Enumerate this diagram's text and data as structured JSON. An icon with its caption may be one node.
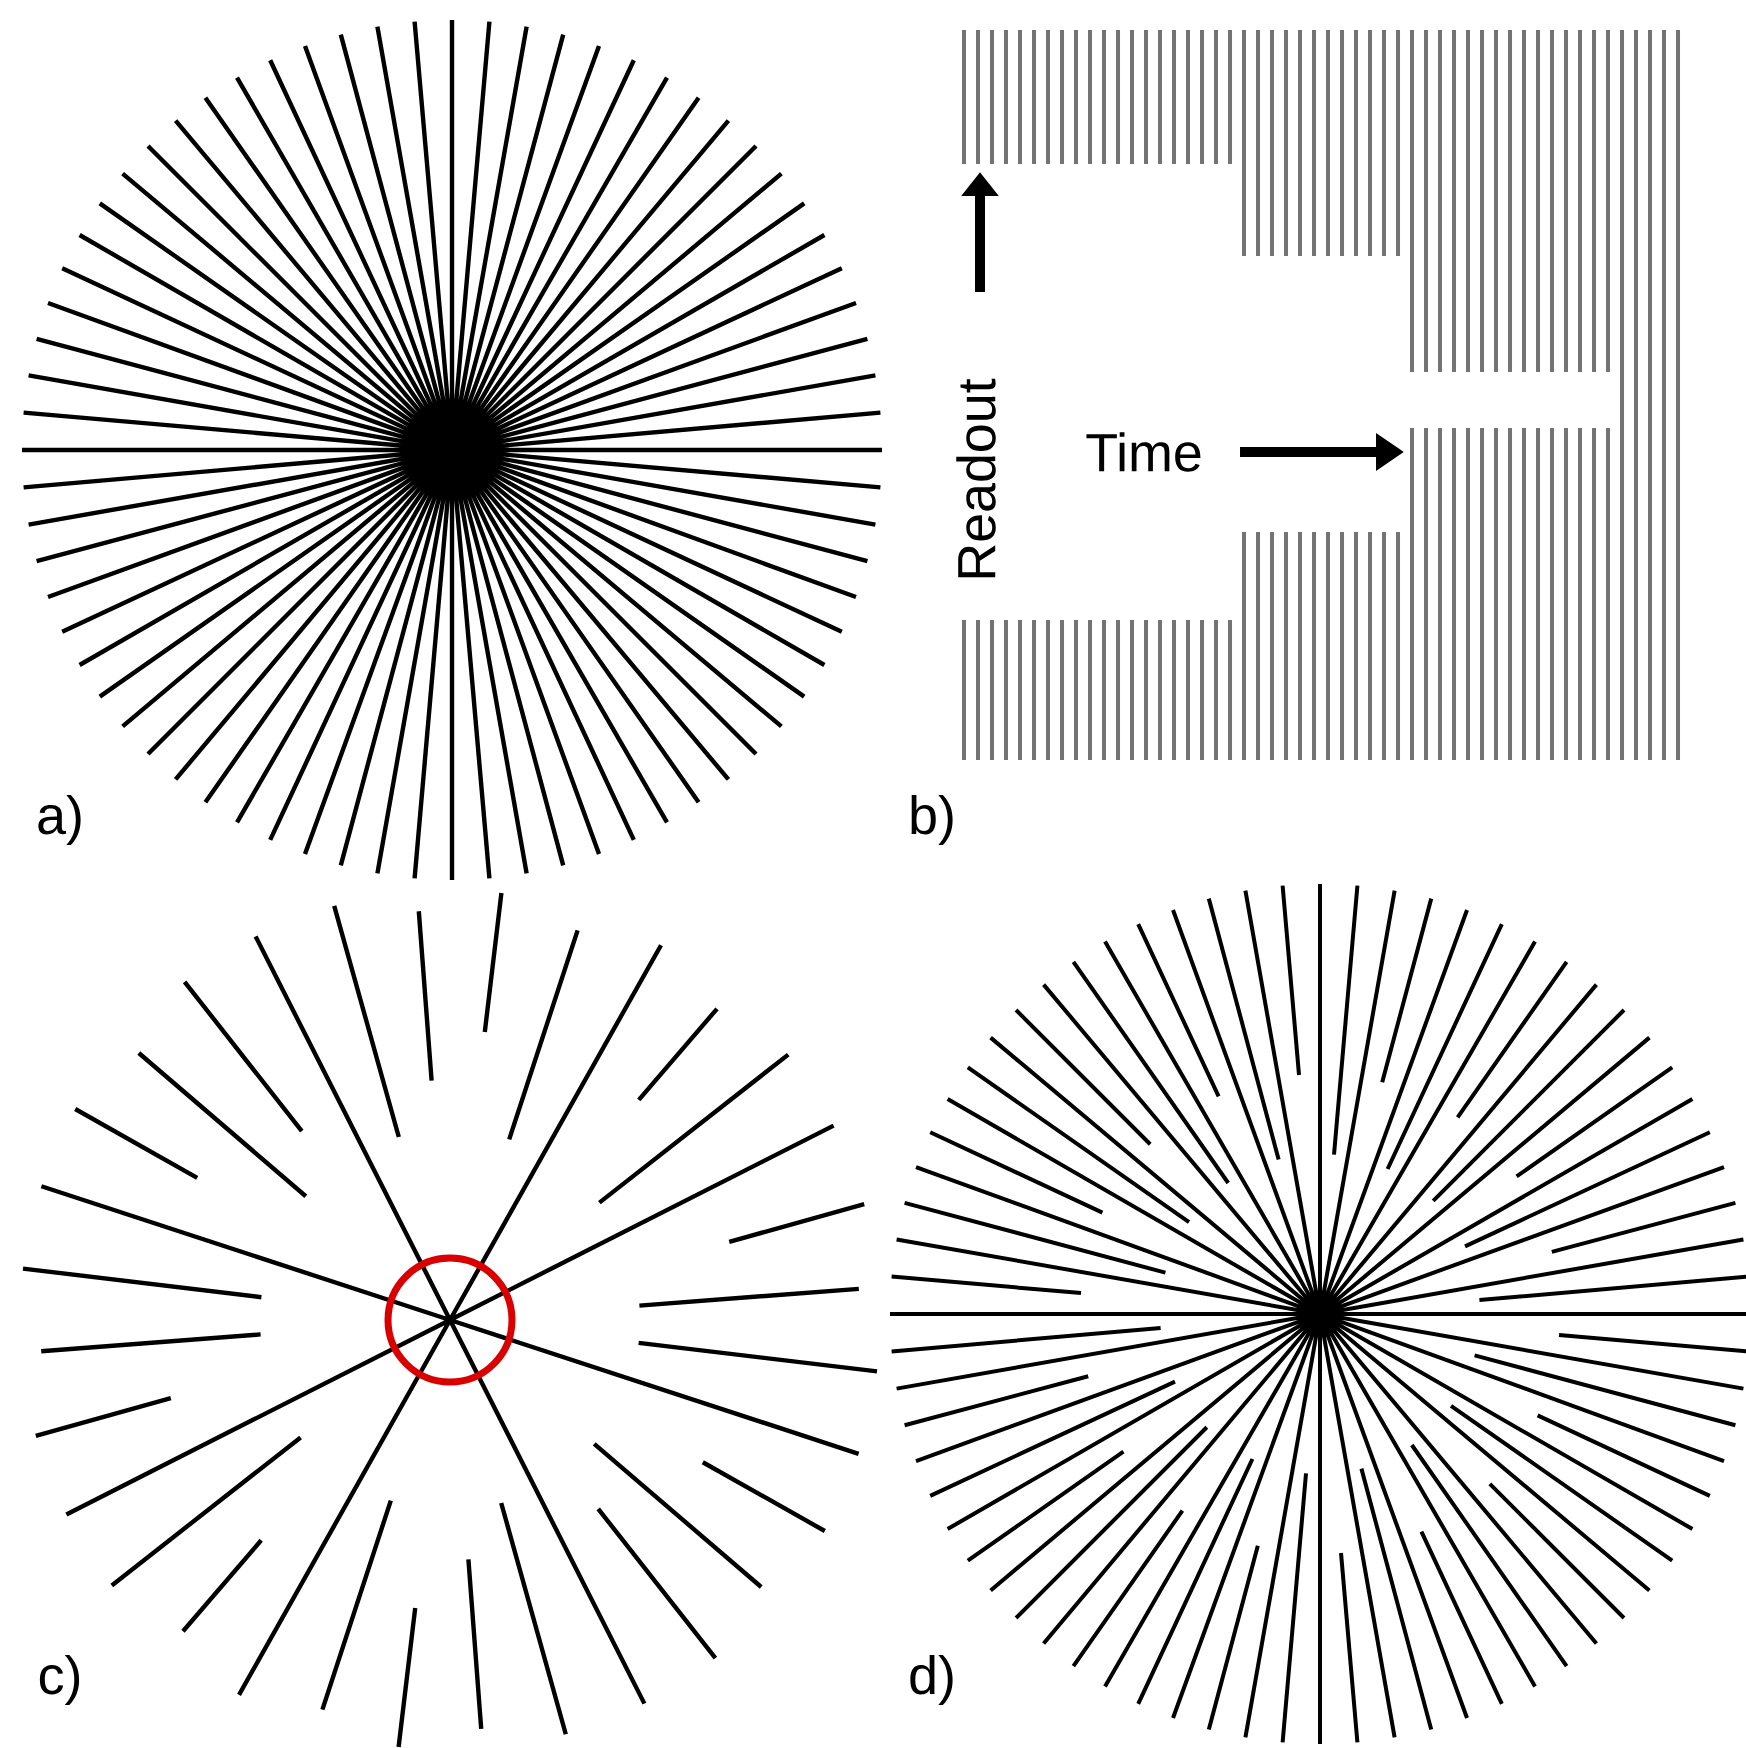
{
  "diagram": {
    "labels": [
      "a)",
      "Readout",
      "Time",
      "b)",
      "c)",
      "d)"
    ]
  }
}
